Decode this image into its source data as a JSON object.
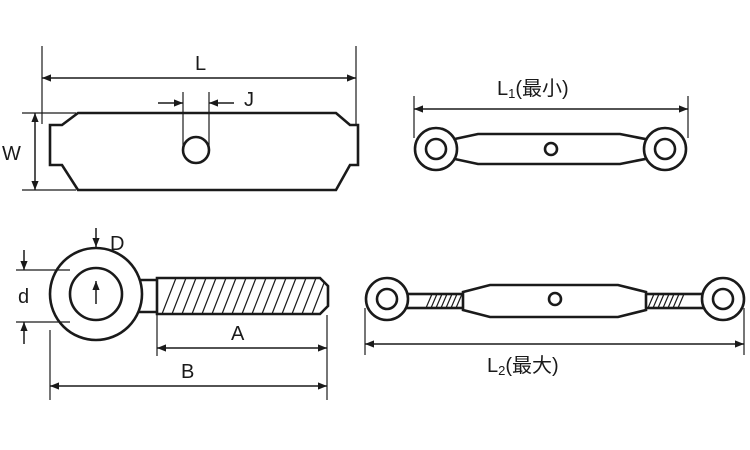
{
  "diagram": {
    "labels": {
      "L": "L",
      "J": "J",
      "W": "W",
      "D": "D",
      "d": "d",
      "A": "A",
      "B": "B",
      "L1": "L",
      "L1_sub": "1",
      "L1_note": "(最小)",
      "L2": "L",
      "L2_sub": "2",
      "L2_note": "(最大)"
    },
    "colors": {
      "line": "#1a1a1a",
      "background": "#ffffff"
    }
  }
}
